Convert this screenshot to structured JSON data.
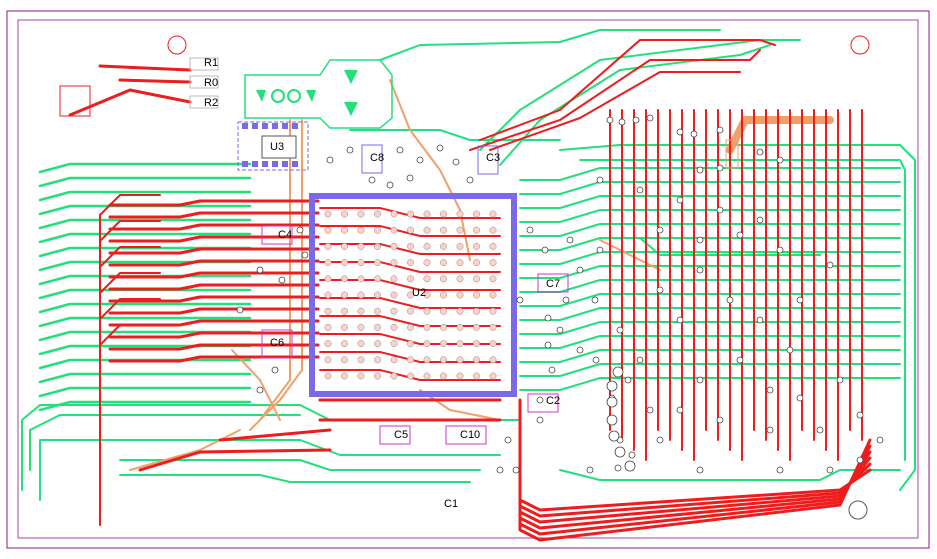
{
  "board": {
    "colors": {
      "background": "#ffffff",
      "outline": "#8a1a8a",
      "top_copper": "#ee1c1c",
      "bottom_copper": "#22e07a",
      "inner_trace": "#f0a06a",
      "silkscreen": "#4a3ad8",
      "pad": "#ffd0c8",
      "label": "#000000"
    },
    "designators": [
      {
        "id": "R1",
        "label": "R1"
      },
      {
        "id": "R0",
        "label": "R0"
      },
      {
        "id": "R2",
        "label": "R2"
      },
      {
        "id": "U3",
        "label": "U3"
      },
      {
        "id": "C8",
        "label": "C8"
      },
      {
        "id": "C3",
        "label": "C3"
      },
      {
        "id": "C4",
        "label": "C4"
      },
      {
        "id": "U2",
        "label": "U2"
      },
      {
        "id": "C7",
        "label": "C7"
      },
      {
        "id": "C6",
        "label": "C6"
      },
      {
        "id": "C2",
        "label": "C2"
      },
      {
        "id": "C5",
        "label": "C5"
      },
      {
        "id": "C10",
        "label": "C10"
      },
      {
        "id": "C1",
        "label": "C1"
      }
    ]
  }
}
